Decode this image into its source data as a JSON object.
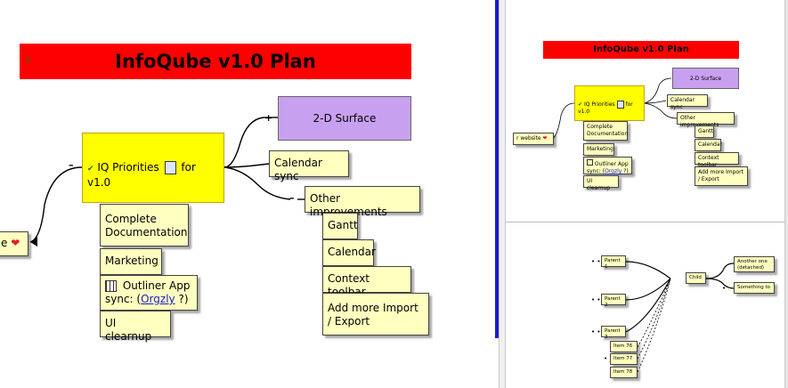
{
  "plan": {
    "title": "InfoQube v1.0 Plan",
    "check_icon": "✔",
    "priorities": "IQ Priorities",
    "priorities_suffix": "for v1.0",
    "left_partial": "e",
    "heart_icon": "❤",
    "surface": "2-D Surface",
    "calendar_sync": "Calendar sync",
    "other_improvements": "Other improvements",
    "gantt": "Gantt",
    "calendar": "Calendar",
    "context_toolbar": "Context toolbar",
    "import_export": "Add more Import / Export",
    "complete_doc": "Complete Documentation",
    "marketing": "Marketing",
    "outliner": "Outliner App sync:",
    "orgzly": "Orgzly",
    "outliner_q": "?)",
    "ui_cleanup": "UI clearnup",
    "website_partial": "r website"
  },
  "outline": {
    "parent1": "Parent 1",
    "parent2": "Parent 2",
    "parent3": "Parent 3",
    "child": "Child",
    "another": "Another one (detached)",
    "something": "Something to",
    "item76": "Item 76",
    "item77": "Item 77",
    "item78": "Item 78"
  },
  "colors": {
    "title_red": "#ff0000",
    "priority_yellow": "#ffff00",
    "surface_purple": "#c8a0f0",
    "node_pale_yellow": "#ffffc0",
    "splitter_blue": "#1a1acc"
  }
}
